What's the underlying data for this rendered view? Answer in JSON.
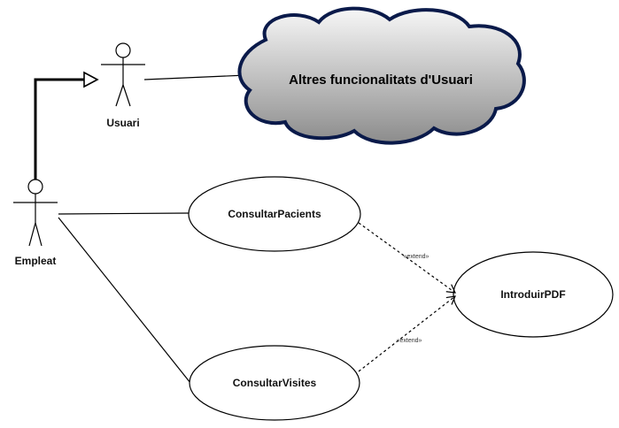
{
  "actors": {
    "usuari": {
      "label": "Usuari"
    },
    "empleat": {
      "label": "Empleat"
    }
  },
  "cloud": {
    "label": "Altres funcionalitats d'Usuari",
    "border_color": "#0a1a4a",
    "fill_color_light": "#f5f5f5",
    "fill_color_dark": "#8a8a8a"
  },
  "use_cases": {
    "consultar_pacients": {
      "label": "ConsultarPacients"
    },
    "consultar_visites": {
      "label": "ConsultarVisites"
    },
    "introduir_pdf": {
      "label": "IntroduirPDF"
    }
  },
  "relations": {
    "extend_1": {
      "stereotype": "«extend»"
    },
    "extend_2": {
      "stereotype": "«extend»"
    }
  }
}
